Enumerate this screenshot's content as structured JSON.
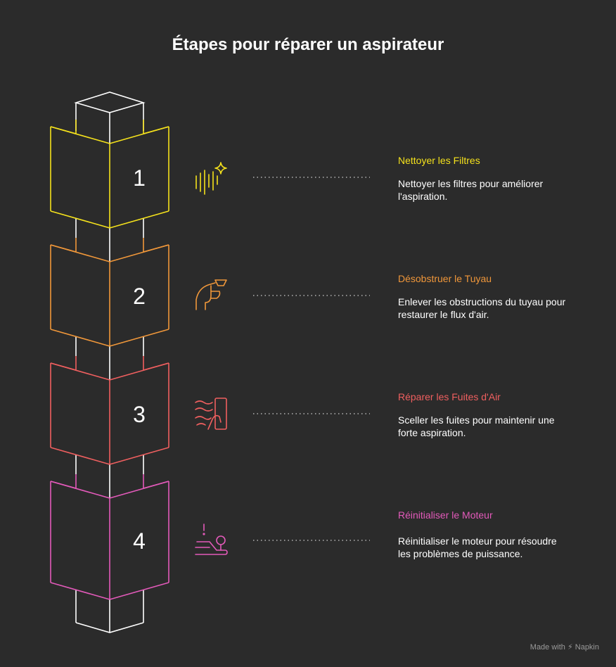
{
  "title": "Étapes pour réparer un aspirateur",
  "steps": [
    {
      "number": "1",
      "title": "Nettoyer les Filtres",
      "description": "Nettoyer les filtres pour améliorer l'aspiration.",
      "color": "#f5e21c",
      "icon": "filter-sparkle-icon"
    },
    {
      "number": "2",
      "title": "Désobstruer le Tuyau",
      "description": "Enlever les obstructions du tuyau pour restaurer le flux d'air.",
      "color": "#f0973a",
      "icon": "hand-hose-icon"
    },
    {
      "number": "3",
      "title": "Réparer les Fuites d'Air",
      "description": "Sceller les fuites pour maintenir une forte aspiration.",
      "color": "#ef5f5f",
      "icon": "airflow-hand-icon"
    },
    {
      "number": "4",
      "title": "Réinitialiser le Moteur",
      "description": "Réinitialiser le moteur pour résoudre les problèmes de puissance.",
      "color": "#e35aba",
      "icon": "reset-lever-icon"
    }
  ],
  "column_color": "#ffffff",
  "watermark": "Made with  ⚡ Napkin"
}
